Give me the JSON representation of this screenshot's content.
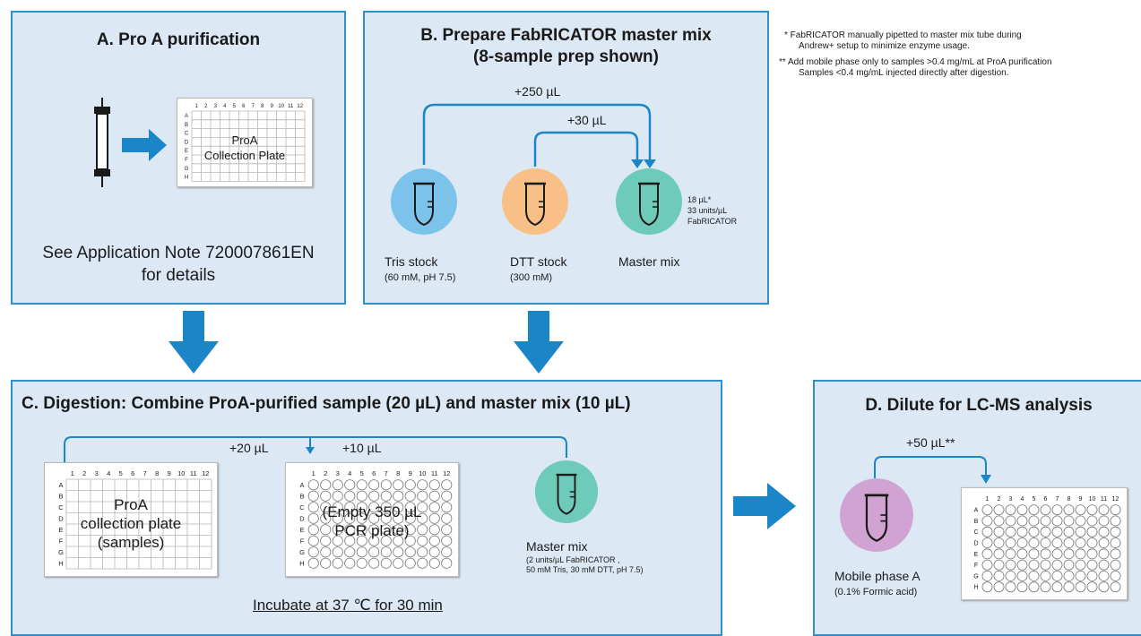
{
  "notes": {
    "line1": "* FabRICATOR manually pipetted to master mix tube during",
    "line2": "Andrew+ setup to minimize enzyme usage.",
    "line3": "** Add mobile phase only to samples >0.4 mg/mL at ProA purification",
    "line4": "Samples <0.4 mg/mL injected directly after digestion."
  },
  "panelA": {
    "title": "A. Pro A purification",
    "plate_label_1": "ProA",
    "plate_label_2": "Collection Plate",
    "desc_1": "See Application Note 720007861EN",
    "desc_2": "for details"
  },
  "panelB": {
    "title_1": "B. Prepare FabRICATOR master mix",
    "title_2": "(8-sample prep shown)",
    "vol_tris": "+250 µL",
    "vol_dtt": "+30 µL",
    "tris_name": "Tris stock",
    "tris_detail": "(60 mM, pH 7.5)",
    "dtt_name": "DTT stock",
    "dtt_detail": "(300 mM)",
    "mm_name": "Master mix",
    "enzyme_1": "18 µL*",
    "enzyme_2": "33 units/µL",
    "enzyme_3": "FabRICATOR"
  },
  "panelC": {
    "title": "C. Digestion: Combine ProA-purified sample (20 µL) and master mix (10 µL)",
    "vol_sample": "+20 µL",
    "vol_mm": "+10 µL",
    "plate1_1": "ProA",
    "plate1_2": "collection plate",
    "plate1_3": "(samples)",
    "plate2_1": "(Empty 350 µL",
    "plate2_2": "PCR plate)",
    "mm_name": "Master mix",
    "mm_1": "(2 units/µL  FabRICATOR ,",
    "mm_2": "50 mM Tris, 30 mM DTT, pH 7.5)",
    "incubate": "Incubate at 37 ℃ for 30 min"
  },
  "panelD": {
    "title": "D. Dilute for LC-MS analysis",
    "vol": "+50 µL**",
    "mp_name": "Mobile phase A",
    "mp_detail": "(0.1% Formic acid)"
  },
  "plate": {
    "cols": [
      "1",
      "2",
      "3",
      "4",
      "5",
      "6",
      "7",
      "8",
      "9",
      "10",
      "11",
      "12"
    ],
    "rows": [
      "A",
      "B",
      "C",
      "D",
      "E",
      "F",
      "G",
      "H"
    ]
  },
  "colors": {
    "panel_bg": "#dce8f4",
    "panel_border": "#2f8fcf",
    "arrow": "#1a86c8",
    "tris": "#7cc3ec",
    "dtt": "#f8bf86",
    "mastermix": "#6ecbb9",
    "mobilephase": "#d1a3d2"
  }
}
